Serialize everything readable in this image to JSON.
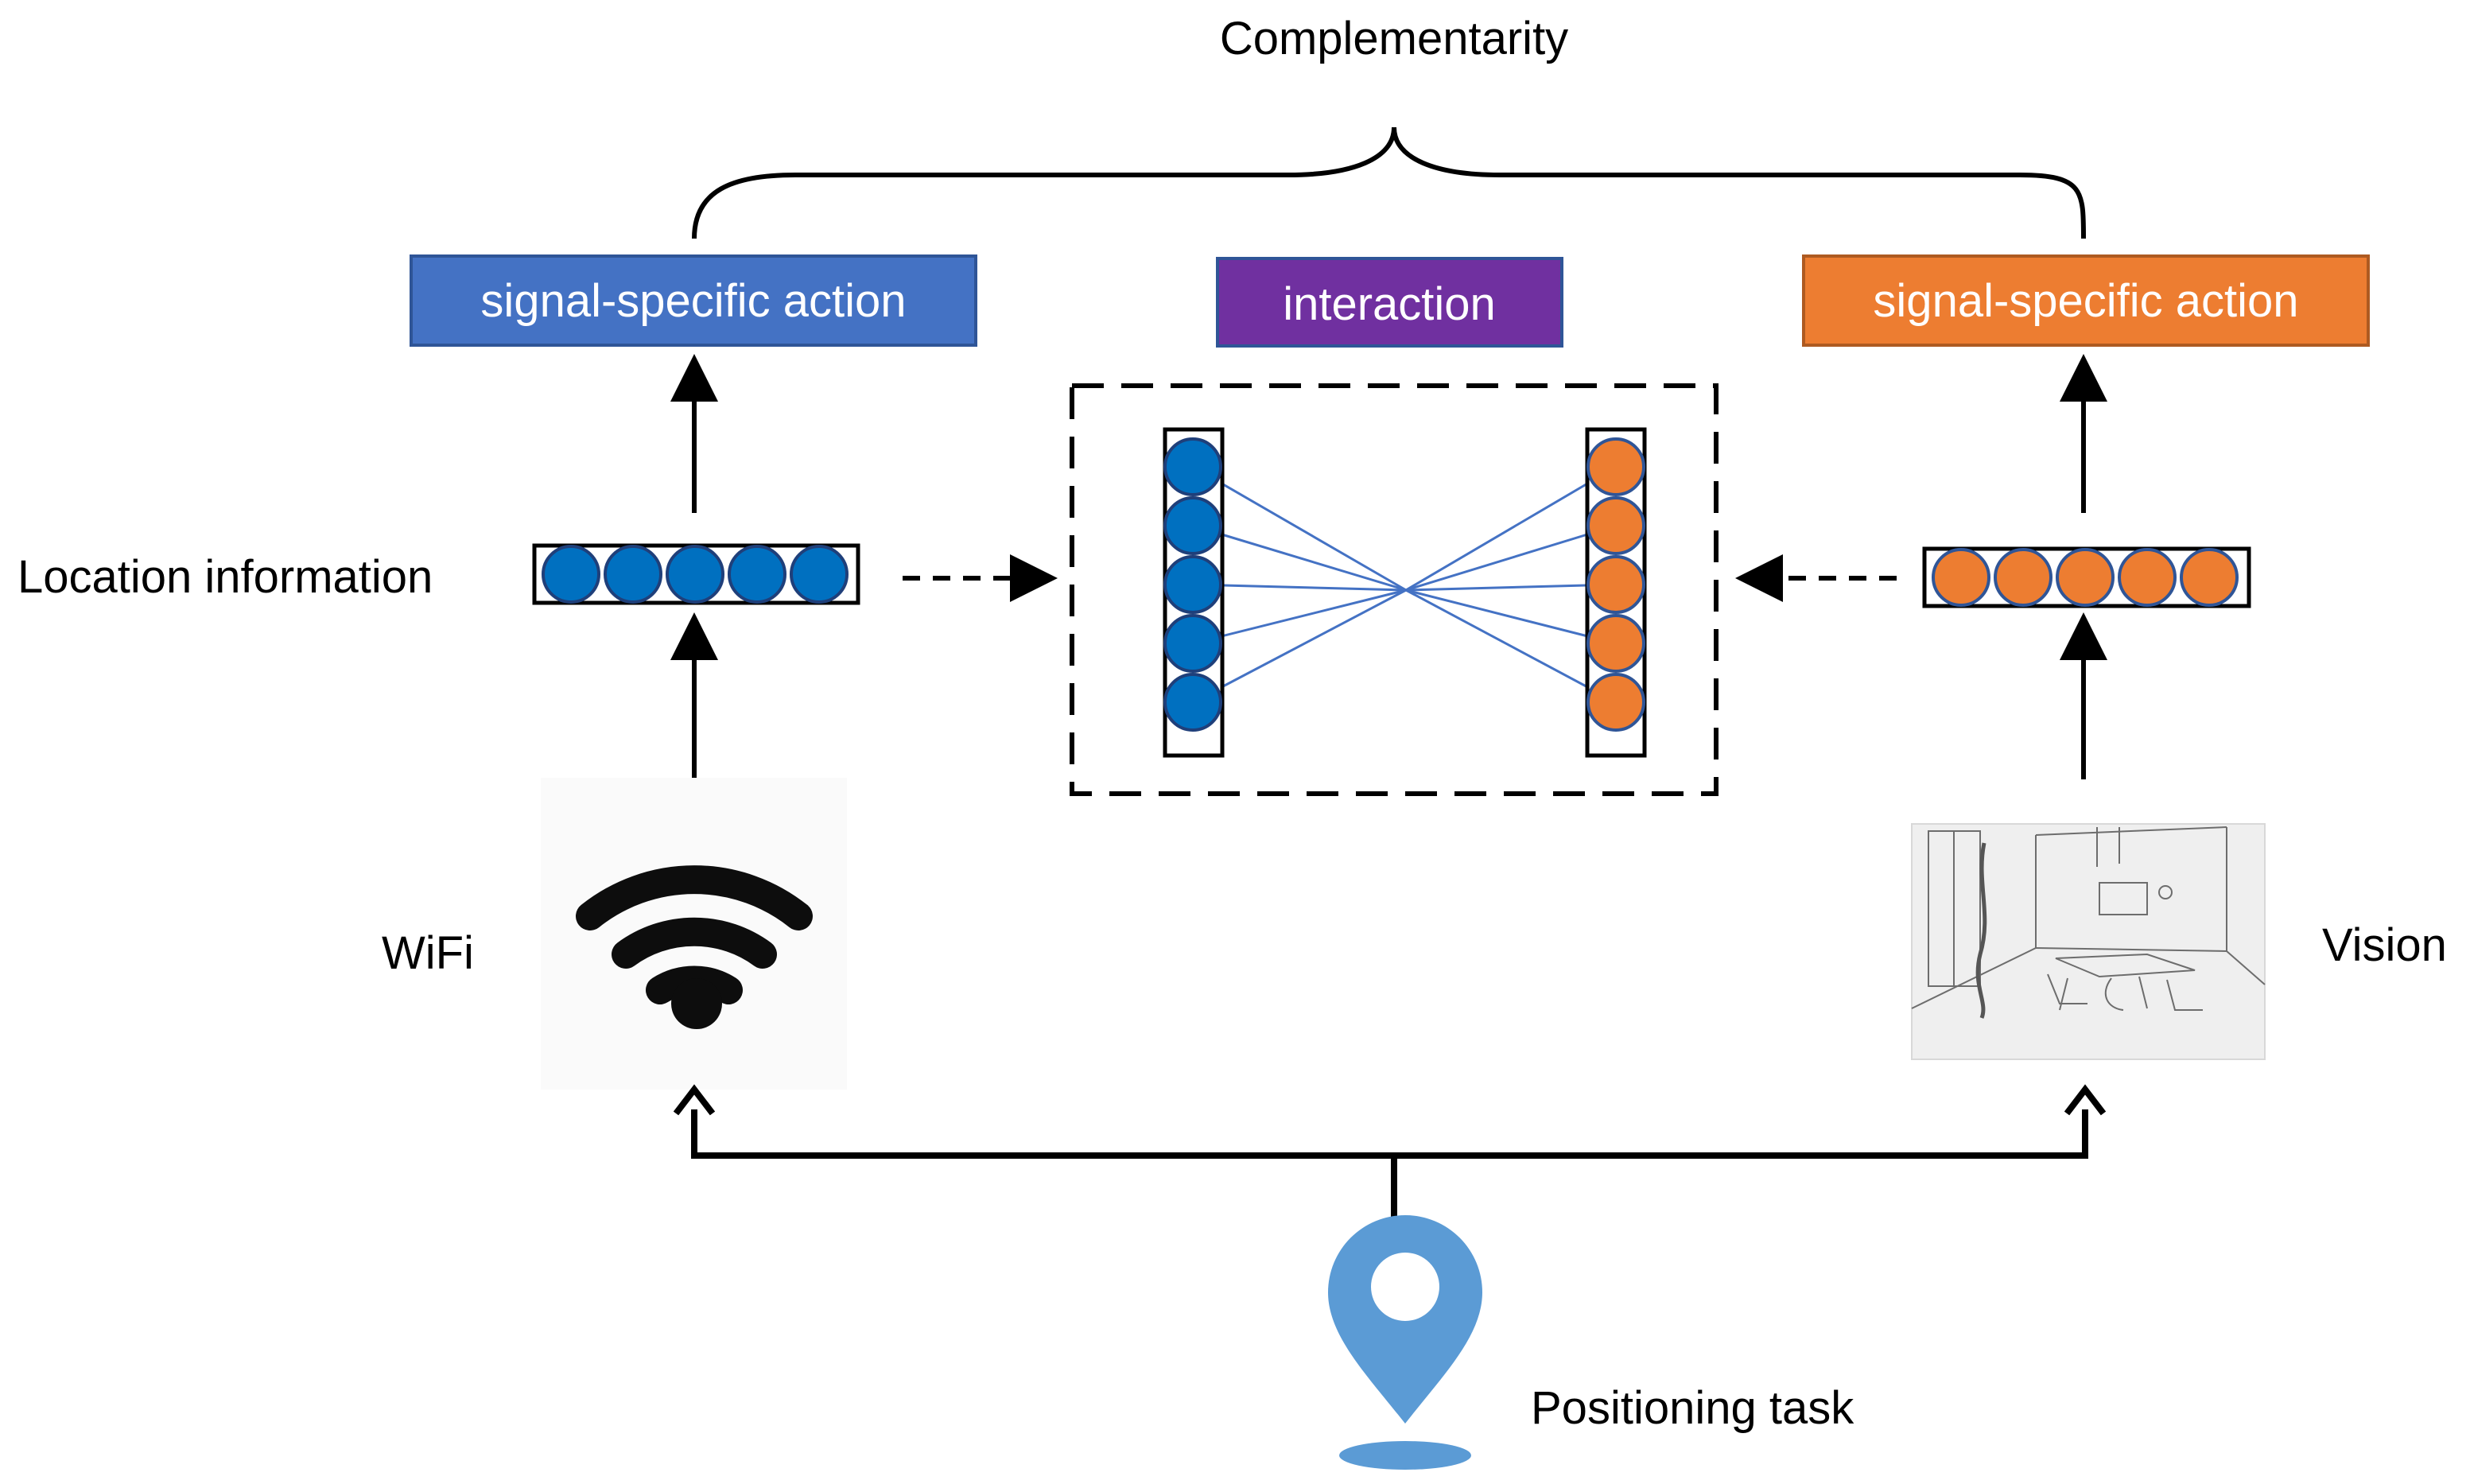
{
  "title": "Complementarity",
  "left_action": {
    "label": "signal-specific action",
    "color": "#4472c4"
  },
  "center_action": {
    "label": "interaction",
    "color": "#7030a0"
  },
  "right_action": {
    "label": "signal-specific action",
    "color": "#ed7d31"
  },
  "location_label": "Location information",
  "wifi_label": "WiFi",
  "vision_label": "Vision",
  "task_label": "Positioning task",
  "colors": {
    "wifi_node": "#0070c0",
    "vision_node": "#ed7d31",
    "connection_line": "#4472c4",
    "pin": "#5b9bd5"
  },
  "icons": {
    "wifi": "wifi-icon",
    "vision": "room-scene-image",
    "task": "location-pin-icon"
  },
  "nodes_per_vector": 5
}
